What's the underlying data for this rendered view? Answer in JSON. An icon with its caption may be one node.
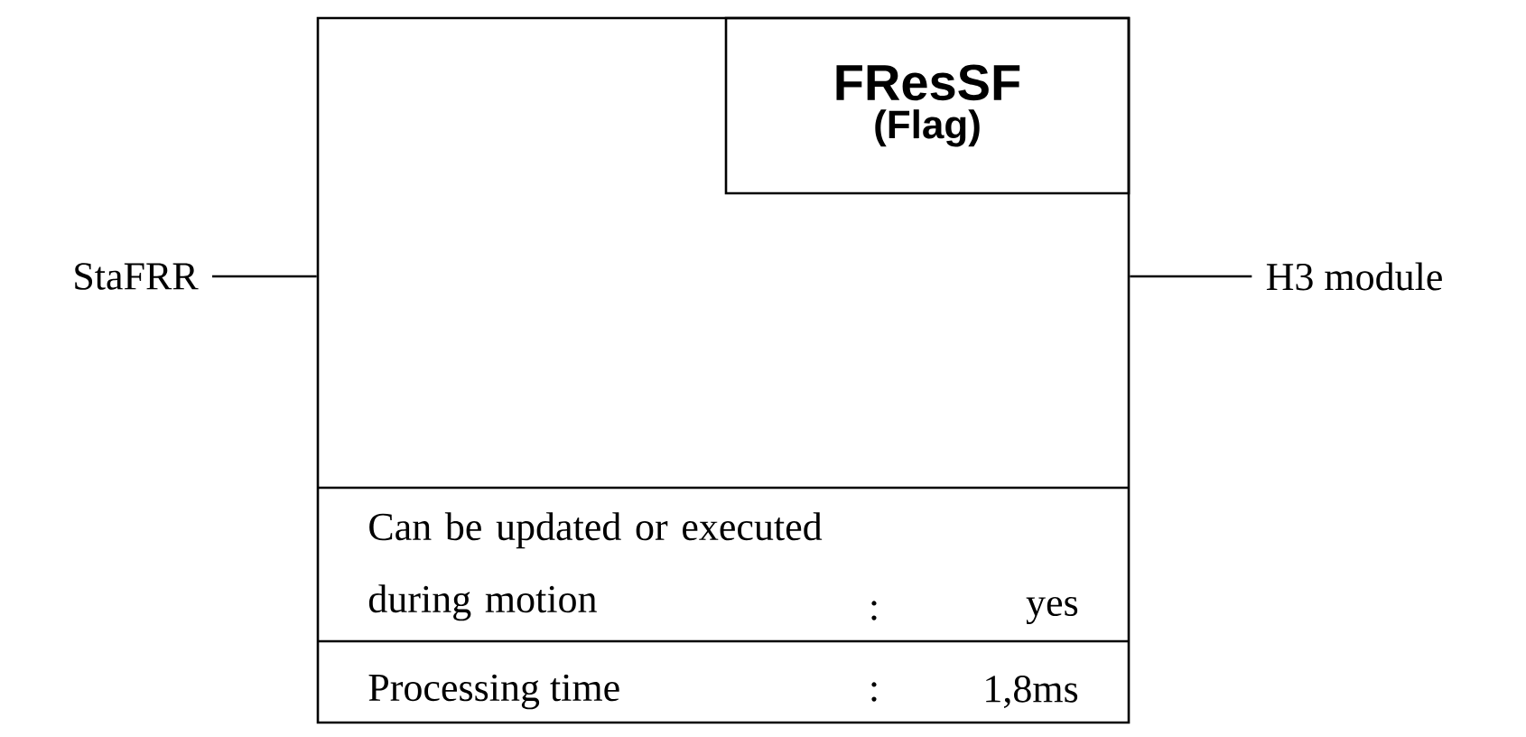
{
  "diagram": {
    "nodes": [
      {
        "text": [],
        "shape": "box"
      },
      {
        "text": [
          "FResSF",
          "(Flag)"
        ],
        "in": 0
      },
      {
        "text": [
          "StaFRR"
        ]
      },
      {
        "text": [
          "H3 module"
        ]
      }
    ],
    "edges": [
      {
        "from": 2,
        "to": 0,
        "arrow": "none"
      },
      {
        "from": 0,
        "to": 3,
        "arrow": "none"
      }
    ],
    "labels": [
      "Can be updated or executed during motion",
      ":",
      "yes",
      "Processing time",
      ":",
      "1,8ms"
    ]
  }
}
